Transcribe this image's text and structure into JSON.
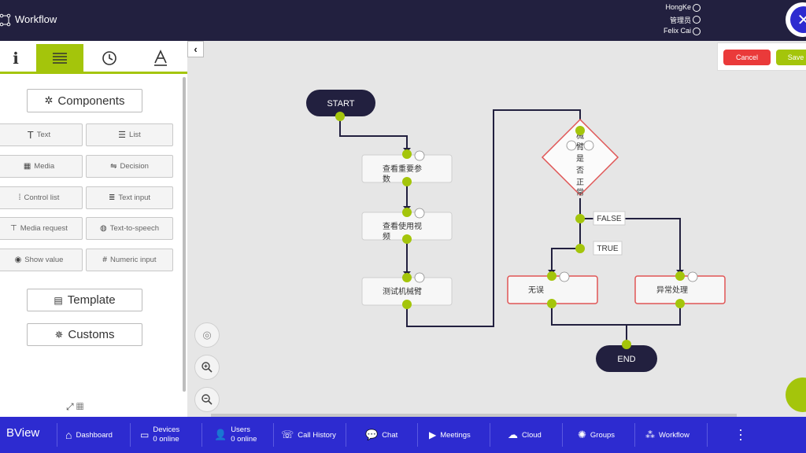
{
  "header": {
    "app_title": "Workflow",
    "users": [
      "HongKe",
      "管理员",
      "Felix Cai"
    ]
  },
  "left_panel": {
    "tabs": [
      "info-icon",
      "list-icon",
      "history-icon",
      "text-style-icon"
    ],
    "active_tab": "list-icon",
    "components_label": "Components",
    "components": [
      {
        "label": "Text",
        "icon": "text-icon"
      },
      {
        "label": "List",
        "icon": "list-icon"
      },
      {
        "label": "Media",
        "icon": "media-icon"
      },
      {
        "label": "Decision",
        "icon": "decision-icon"
      },
      {
        "label": "Control list",
        "icon": "control-list-icon"
      },
      {
        "label": "Text input",
        "icon": "text-input-icon"
      },
      {
        "label": "Media request",
        "icon": "media-request-icon"
      },
      {
        "label": "Text-to-speech",
        "icon": "speech-icon"
      },
      {
        "label": "Show value",
        "icon": "eye-icon"
      },
      {
        "label": "Numeric input",
        "icon": "numeric-icon"
      }
    ],
    "template_label": "Template",
    "customs_label": "Customs"
  },
  "canvas": {
    "cancel_label": "Cancel",
    "save_label": "Save",
    "nodes": {
      "start": "START",
      "step1_line1": "查看重要参",
      "step1_line2": "数",
      "step2_line1": "查看使用视",
      "step2_line2": "频",
      "step3": "测试机械臂",
      "decision_chars": [
        "械",
        "臂",
        "是",
        "否",
        "正",
        "常"
      ],
      "false_label": "FALSE",
      "true_label": "TRUE",
      "ok": "无误",
      "error": "异常处理",
      "end": "END"
    }
  },
  "bottom_nav": {
    "brand": "BView",
    "items": [
      {
        "label": "Dashboard",
        "icon": "home-icon"
      },
      {
        "label": "Devices",
        "sub": "0 online",
        "icon": "devices-icon"
      },
      {
        "label": "Users",
        "sub": "0 online",
        "icon": "users-icon"
      },
      {
        "label": "Call History",
        "icon": "call-history-icon"
      },
      {
        "label": "Chat",
        "icon": "chat-icon"
      },
      {
        "label": "Meetings",
        "icon": "video-icon"
      },
      {
        "label": "Cloud",
        "icon": "cloud-icon"
      },
      {
        "label": "Groups",
        "icon": "groups-icon"
      },
      {
        "label": "Workflow",
        "icon": "workflow-icon"
      }
    ]
  },
  "colors": {
    "header_bg": "#22203f",
    "accent_green": "#a4c50b",
    "nav_blue": "#2d2bd0",
    "cancel_red": "#ea3a3a",
    "node_dark": "#22203f",
    "decision_border": "#e05555"
  }
}
